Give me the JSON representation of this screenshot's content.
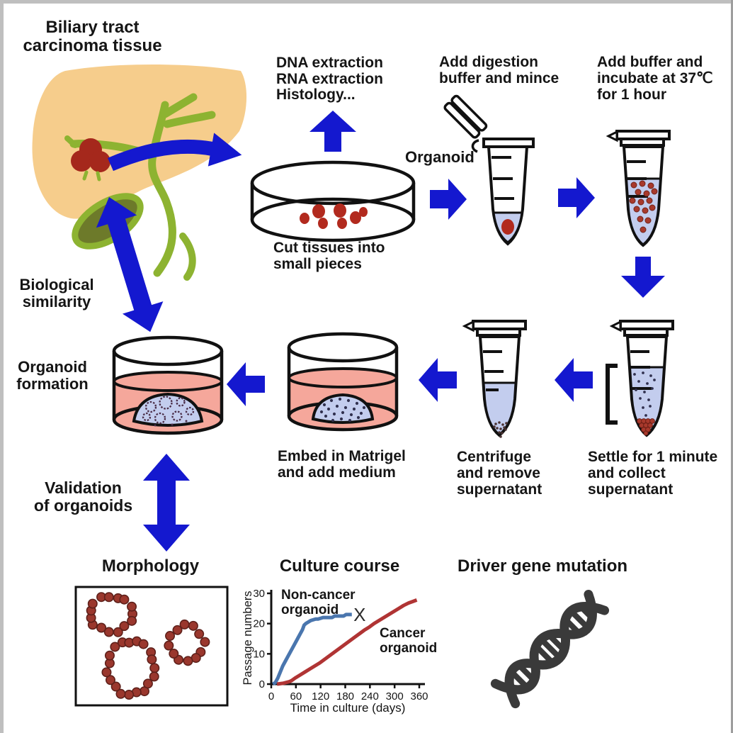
{
  "palette": {
    "arrow_blue": "#1418cf",
    "liver_tan": "#f6cd8c",
    "duct_green": "#8db331",
    "gallbladder_olive": "#6d7a2a",
    "tumor_red": "#a5281c",
    "tissue_red": "#b22a1e",
    "cell_red": "#9a372d",
    "liquid_blue": "#c3cdee",
    "dot_red": "#a8392c",
    "dot_navy": "#31314f",
    "medium_pink": "#f5a79b",
    "dna_gray": "#3a3a3a",
    "ink": "#151515"
  },
  "labels": {
    "biliary_tract": "Biliary tract\ncarcinoma tissue",
    "analysis": "DNA extraction\nRNA extraction\nHistology...",
    "cut_tissues": "Cut tissues into\nsmall pieces",
    "organoid": "Organoid",
    "add_digestion": "Add digestion\nbuffer and mince",
    "add_buffer": "Add buffer and\nincubate at 37℃\nfor 1 hour",
    "settle": "Settle for 1 minute\nand collect\nsupernatant",
    "centrifuge": "Centrifuge\nand remove\nsupernatant",
    "embed": "Embed in Matrigel\nand add medium",
    "organoid_formation": "Organoid\nformation",
    "biological_similarity": "Biological\nsimilarity",
    "validation": "Validation\nof organoids",
    "morphology": "Morphology",
    "culture_course": "Culture course",
    "driver_gene": "Driver gene mutation"
  },
  "chart_data": {
    "type": "line",
    "title": "Culture course",
    "xlabel": "Time in culture (days)",
    "ylabel": "Passage numbers",
    "xlim": [
      0,
      360
    ],
    "ylim": [
      0,
      30
    ],
    "x_ticks": [
      0,
      60,
      120,
      180,
      240,
      300,
      360
    ],
    "y_ticks": [
      0,
      10,
      20,
      30
    ],
    "grid": false,
    "legend_position": "inline-annotations",
    "series": [
      {
        "name": "Non-cancer organoid",
        "color": "#4a76ae",
        "x": [
          4,
          10,
          16,
          22,
          28,
          34,
          40,
          46,
          52,
          58,
          64,
          70,
          76,
          80,
          84,
          90,
          96,
          108,
          114,
          126,
          148,
          154,
          176,
          182,
          196
        ],
        "y": [
          0,
          0.5,
          2,
          4,
          6,
          7.5,
          9,
          10.5,
          12,
          13.5,
          15,
          16.5,
          18,
          19.5,
          20,
          20.5,
          21,
          21.5,
          21.5,
          22,
          22,
          22.5,
          22.5,
          23,
          23
        ]
      },
      {
        "name": "Cancer organoid",
        "color": "#b03434",
        "x": [
          14,
          30,
          44,
          50,
          58,
          70,
          82,
          94,
          106,
          118,
          130,
          142,
          154,
          166,
          178,
          190,
          202,
          214,
          226,
          238,
          250,
          262,
          274,
          286,
          298,
          310,
          322,
          334,
          346,
          354
        ],
        "y": [
          0,
          0.3,
          0.8,
          1.2,
          2,
          3,
          4,
          5,
          6,
          7,
          8.2,
          9.4,
          10.6,
          11.8,
          13,
          14.2,
          15.4,
          16.6,
          17.8,
          18.8,
          20,
          21,
          22,
          23,
          24,
          25,
          26,
          26.8,
          27.4,
          27.8
        ]
      }
    ],
    "end_marker": {
      "label": "X",
      "x": 215,
      "y": 23,
      "series": "Non-cancer organoid"
    }
  }
}
